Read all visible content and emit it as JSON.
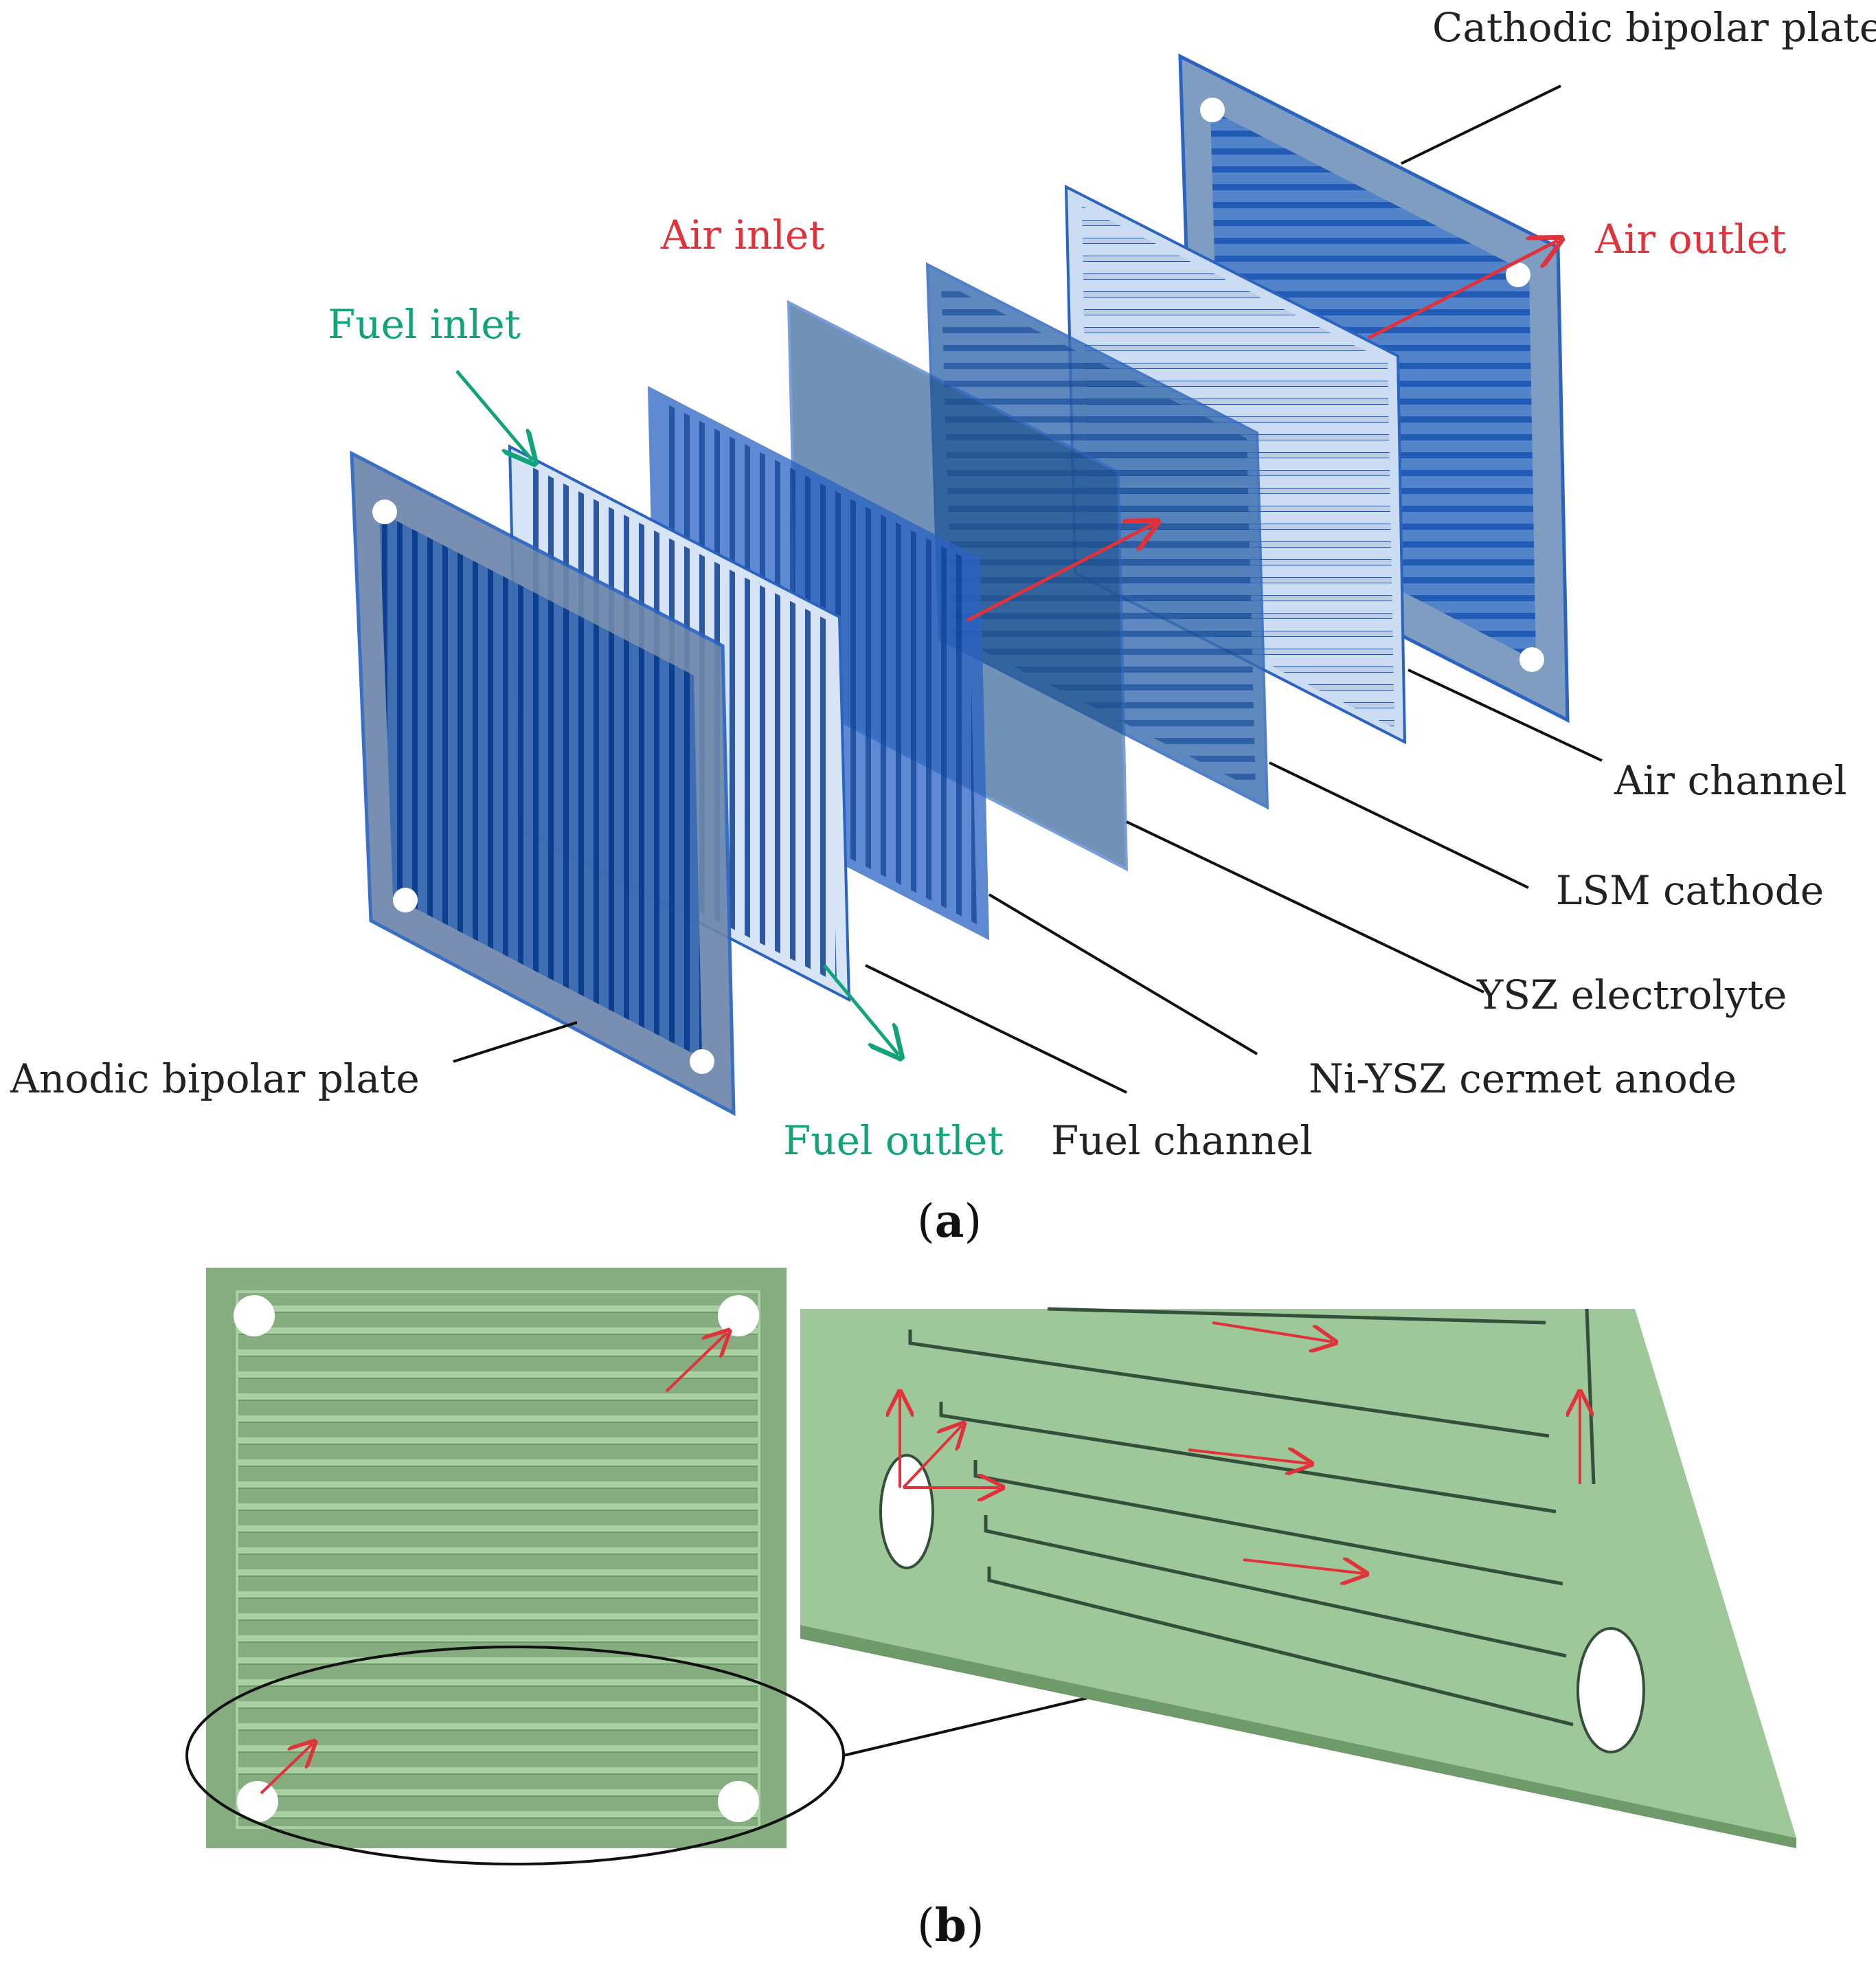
{
  "panel_a": {
    "caption_open": "(",
    "caption_letter": "a",
    "caption_close": ")",
    "labels": {
      "cathodic_bipolar_plate": "Cathodic bipolar plate",
      "air_inlet": "Air inlet",
      "air_outlet": "Air outlet",
      "fuel_inlet": "Fuel inlet",
      "air_channel": "Air channel",
      "lsm_cathode": "LSM cathode",
      "ysz_electrolyte": "YSZ electrolyte",
      "ni_ysz_cermet_anode": "Ni-YSZ cermet anode",
      "anodic_bipolar_plate": "Anodic bipolar plate",
      "fuel_outlet": "Fuel outlet",
      "fuel_channel": "Fuel channel"
    }
  },
  "panel_b": {
    "caption_open": "(",
    "caption_letter": "b",
    "caption_close": ")"
  },
  "colors": {
    "fuel": "#13a37a",
    "air": "#e0323b",
    "plate_blue": "#1f5fb8",
    "plate_green": "#8fb98a",
    "text": "#222222"
  }
}
